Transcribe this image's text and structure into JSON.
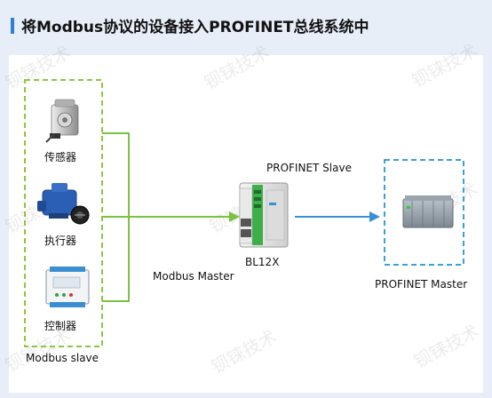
{
  "header": {
    "title": "将Modbus协议的设备接入PROFINET总线系统中"
  },
  "devices": {
    "sensor": "传感器",
    "actuator": "执行器",
    "controller": "控制器",
    "group_label": "Modbus  slave",
    "gateway_name": "BL12X",
    "gateway_role": "Modbus  Master",
    "profinet_slave": "PROFINET  Slave",
    "plc_role": "PROFINET  Master"
  },
  "watermark": "钡铼技术",
  "colors": {
    "green_dashed": "#8cc63f",
    "blue_dashed": "#3aa0d8",
    "green_line": "#7cc242",
    "blue_arrow": "#3a8fd8"
  }
}
